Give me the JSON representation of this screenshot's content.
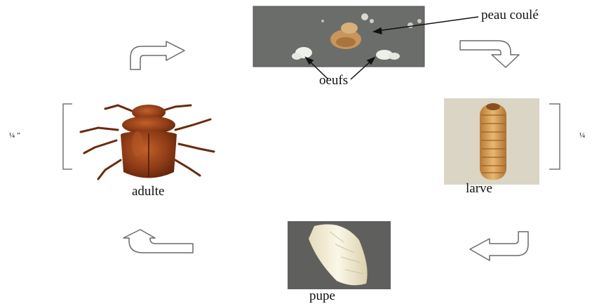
{
  "diagram": {
    "stages": {
      "eggs": "oeufs",
      "shed_skin": "peau coulé",
      "larva": "larve",
      "pupa": "pupe",
      "adult": "adulte"
    },
    "size_labels": {
      "adult_size": "¼ ”",
      "larva_size": "¼"
    },
    "colors": {
      "egg_photo_bg": "#6b6d6a",
      "pupa_photo_bg": "#5f605e",
      "larva_photo_bg": "#cfc8b6",
      "beetle_body": "#8c3a16",
      "larva_body": "#d9a35a",
      "pupa_body": "#f1ead2"
    },
    "icons": [
      "arrow-up-right-icon",
      "arrow-right-down-icon",
      "arrow-down-left-icon",
      "arrow-left-up-icon"
    ]
  }
}
